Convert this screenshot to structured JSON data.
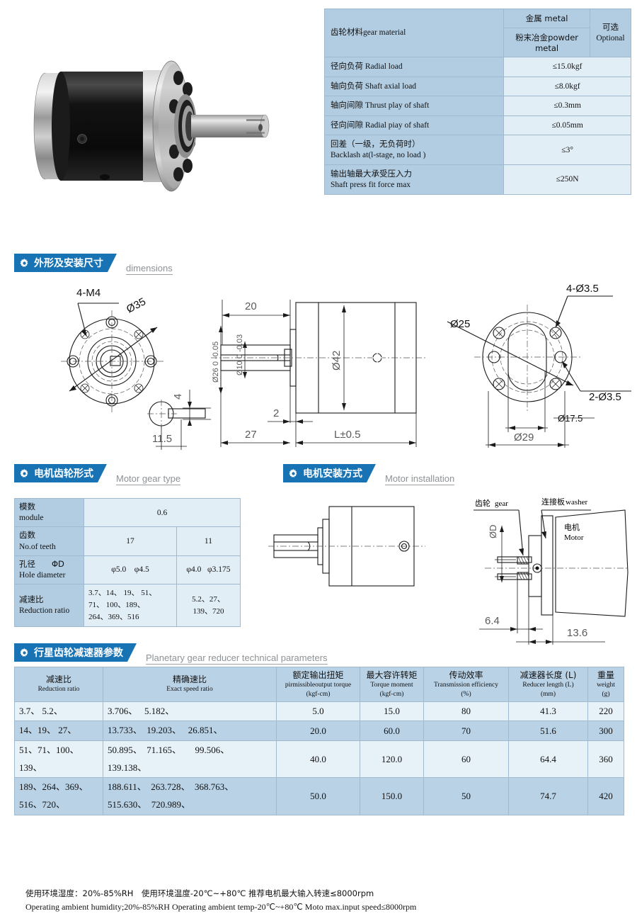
{
  "spec_table": {
    "rows": [
      {
        "label_cn": "齿轮材料",
        "label_en": "gear material",
        "material_1": "金属 metal",
        "material_2": "粉末冶金powder metal",
        "option_cn": "可选",
        "option_en": "Optional"
      },
      {
        "label_cn": "径向负荷",
        "label_en": "Radial load",
        "value": "≤15.0kgf"
      },
      {
        "label_cn": "轴向负荷",
        "label_en": "Shaft axial load",
        "value": "≤8.0kgf"
      },
      {
        "label_cn": "轴向间隙",
        "label_en": "Thrust play of shaft",
        "value": "≤0.3mm"
      },
      {
        "label_cn": "径向间隙",
        "label_en": "Radial piay of shaft",
        "value": "≤0.05mm"
      },
      {
        "label_cn": "回差（一级，无负荷时）",
        "label_en": "Backlash at(l-stage, no load )",
        "value": "≤3°"
      },
      {
        "label_cn": "输出轴最大承受压入力",
        "label_en": "Shaft press fit force max",
        "value": "≤250N"
      }
    ]
  },
  "sections": {
    "dimensions": {
      "cn": "外形及安装尺寸",
      "en": "dimensions"
    },
    "gear_type": {
      "cn": "电机齿轮形式",
      "en": "Motor gear type"
    },
    "installation": {
      "cn": "电机安装方式",
      "en": "Motor installation"
    },
    "parameters": {
      "cn": "行星齿轮减速器参数",
      "en": "Planetary gear reducer technical parameters"
    }
  },
  "drawings": {
    "front_flange": {
      "thread_callout": "4-M4",
      "pitch_circle": "Ø35",
      "bore_dim": "Ø26 0 -0.05",
      "shaft_dim": "Ø10 0 -0.03",
      "key_height": "4",
      "key_width": "11.5"
    },
    "side_view": {
      "motor_len": "20",
      "flange_thk": "2",
      "shaft_len": "27",
      "body_dia": "Ø42",
      "body_len": "L±0.5"
    },
    "rear_flange": {
      "holes_4": "4-Ø3.5",
      "holes_2": "2-Ø3.5",
      "bore": "Ø25",
      "pitch_1": "Ø17.5",
      "pitch_2": "Ø29"
    },
    "installation": {
      "gear_cn": "齿轮",
      "gear_en": "gear",
      "washer_cn": "连接板",
      "washer_en": "washer",
      "motor_cn": "电机",
      "motor_en": "Motor",
      "dia_label": "ØD",
      "dim_1": "6.4",
      "dim_2": "13.6"
    }
  },
  "gear_type_table": {
    "rows": [
      {
        "label_cn": "模数",
        "label_en": "module",
        "value": "0.6",
        "span": true
      },
      {
        "label_cn": "齿数",
        "label_en": "No.of teeth",
        "v1": "17",
        "v2": "11"
      },
      {
        "label_cn": "孔径　　ΦD",
        "label_en": "Hole diameter",
        "v1a": "φ5.0",
        "v1b": "φ4.5",
        "v2a": "φ4.0",
        "v2b": "φ3.175"
      },
      {
        "label_cn": "减速比",
        "label_en": "Reduction ratio",
        "v1": "3.7、14、 19、 51、\n71、 100、189、\n264、369、516",
        "v2": "5.2、27、\n139、720"
      }
    ]
  },
  "parameters_table": {
    "headers": [
      {
        "cn": "减速比",
        "en": "Reduction ratio",
        "unit": ""
      },
      {
        "cn": "精确速比",
        "en": "Exact speed ratio",
        "unit": ""
      },
      {
        "cn": "额定输出扭矩",
        "en": "pirmissibleoutput torque",
        "unit": "(kgf-cm)"
      },
      {
        "cn": "最大容许转矩",
        "en": "Torque moment",
        "unit": "(kgf-cm)"
      },
      {
        "cn": "传动效率",
        "en": "Transmission efficiency",
        "unit": "(%)"
      },
      {
        "cn": "减速器长度 (L)",
        "en": "Reducer length (L)",
        "unit": "(mm)"
      },
      {
        "cn": "重量",
        "en": "weight",
        "unit": "(g)"
      }
    ],
    "rows": [
      {
        "ratio": "3.7、 5.2、",
        "exact": "3.706、　 5.182、",
        "torque": "5.0",
        "moment": "15.0",
        "eff": "80",
        "length": "41.3",
        "weight": "220"
      },
      {
        "ratio": "14、19、 27、",
        "exact": "13.733、　19.203、　 26.851、",
        "torque": "20.0",
        "moment": "60.0",
        "eff": "70",
        "length": "51.6",
        "weight": "300"
      },
      {
        "ratio": "51、71、100、\n139、",
        "exact": "50.895、　71.165、　　99.506、\n139.138、",
        "torque": "40.0",
        "moment": "120.0",
        "eff": "60",
        "length": "64.4",
        "weight": "360"
      },
      {
        "ratio": "189、264、369、\n516、720、",
        "exact": "188.611、　263.728、　368.763、\n515.630、　720.989、",
        "torque": "50.0",
        "moment": "150.0",
        "eff": "50",
        "length": "74.7",
        "weight": "420"
      }
    ]
  },
  "footer": {
    "line_cn": "使用环境湿度：20%-85%RH　使用环境温度-20℃~+80℃  推荐电机最大输入转速≤8000rpm",
    "line_en": "Operating ambient humidity;20%-85%RH Operating ambient temp-20℃~+80℃  Moto max.input speed≤8000rpm"
  },
  "colors": {
    "header_blue": "#1873b4",
    "table_label": "#b2cde2",
    "table_value": "#e2eef6",
    "row_even": "#b9d2e6",
    "row_odd": "#e7f1f8",
    "border": "#9fb9cf"
  }
}
